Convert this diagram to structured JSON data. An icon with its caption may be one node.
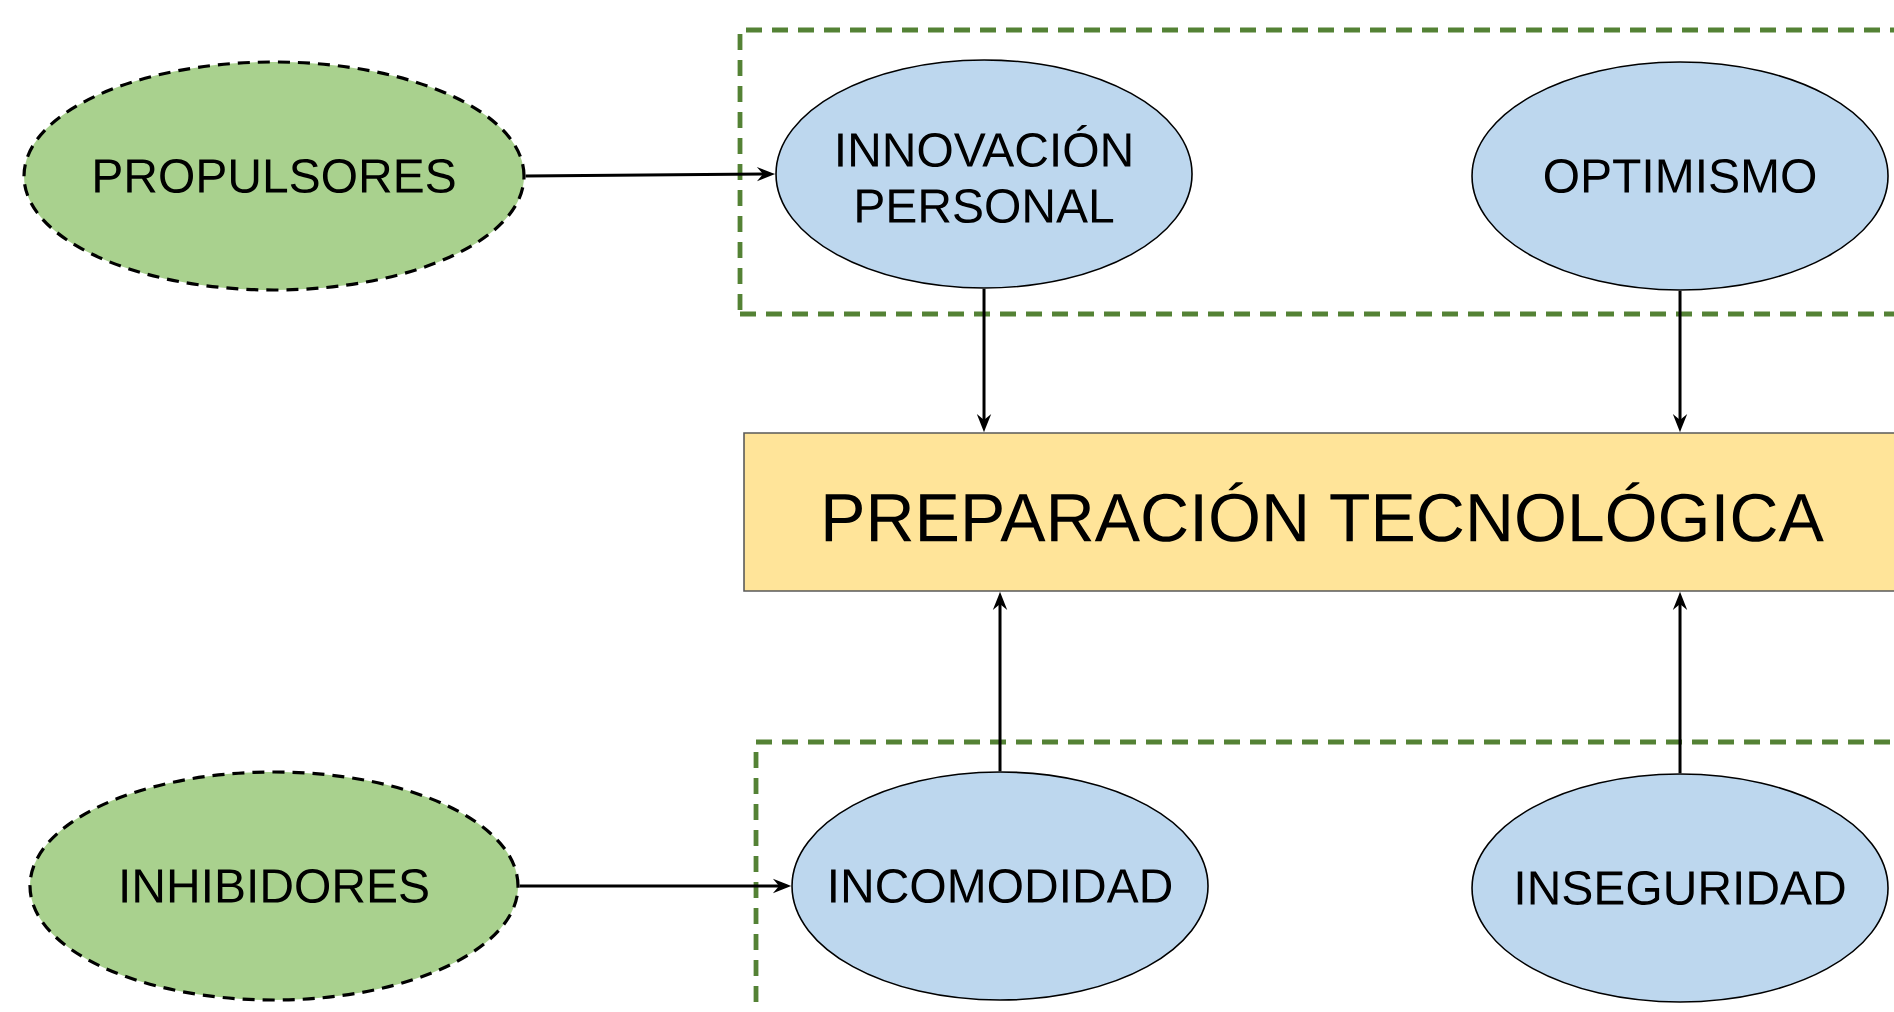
{
  "diagram": {
    "nodes": [
      {
        "text": [
          "PROPULSORES"
        ]
      },
      {
        "text": [],
        "shape": "box"
      },
      {
        "text": [
          "INNOVACIÓN PERSONAL"
        ],
        "in": 1
      },
      {
        "text": [
          "OPTIMISMO"
        ],
        "in": 1
      },
      {
        "text": [
          "PREPARACIÓN TECNOLÓGICA"
        ]
      },
      {
        "text": [
          "INHIBIDORES"
        ]
      },
      {
        "text": [],
        "shape": "box"
      },
      {
        "text": [
          "INCOMODIDAD"
        ],
        "in": 6
      },
      {
        "text": [
          "INSEGURIDAD"
        ],
        "in": 6
      }
    ],
    "edges": [
      {
        "from": 0,
        "to": 2,
        "arrow": "to"
      },
      {
        "from": 2,
        "to": 4,
        "arrow": "to"
      },
      {
        "from": 3,
        "to": 4,
        "arrow": "to"
      },
      {
        "from": 7,
        "to": 4,
        "arrow": "to"
      },
      {
        "from": 8,
        "to": 4,
        "arrow": "to"
      },
      {
        "from": 5,
        "to": 7,
        "arrow": "to"
      }
    ]
  }
}
